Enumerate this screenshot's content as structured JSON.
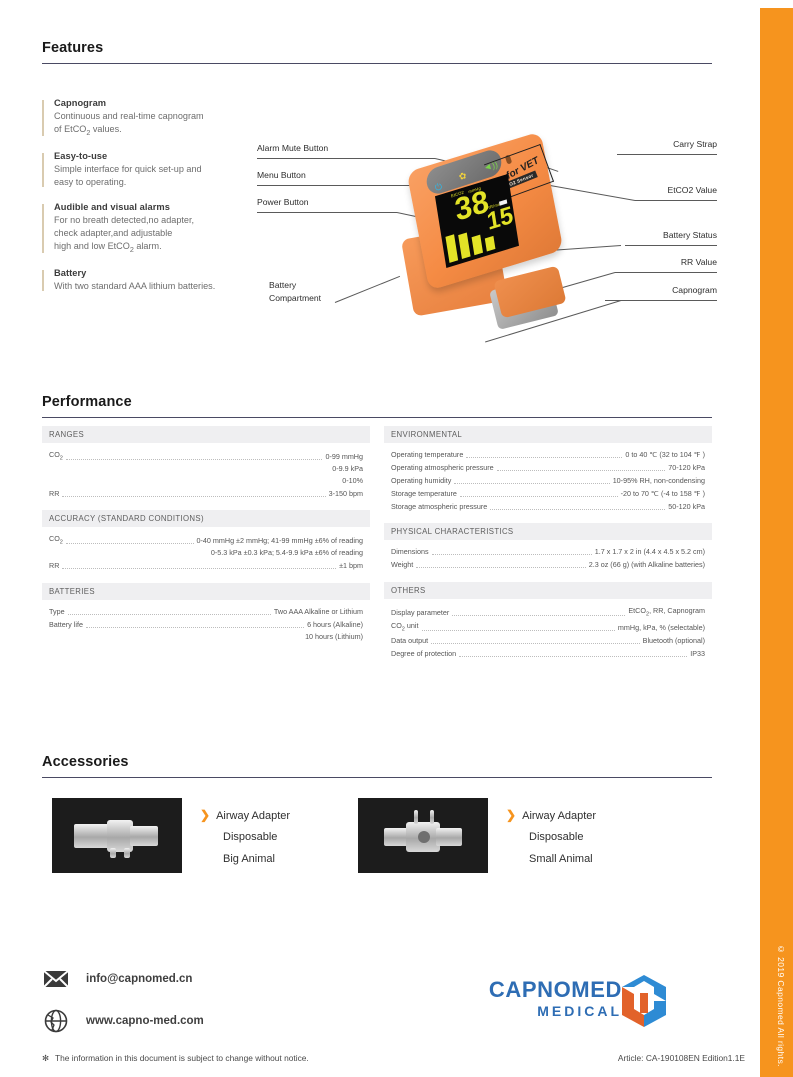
{
  "sidebar": {
    "copyright": "© 2019 Capnomed All rights.",
    "color": "#f6941e"
  },
  "features": {
    "title": "Features",
    "items": [
      {
        "heading": "Capnogram",
        "body": "Continuous and real-time capnogram of EtCO2 values."
      },
      {
        "heading": "Easy-to-use",
        "body": "Simple interface for quick set-up and easy to operating."
      },
      {
        "heading": "Audible and visual alarms",
        "body": "For no breath detected,no adapter, check adapter,and adjustable high and low EtCO2 alarm."
      },
      {
        "heading": "Battery",
        "body": "With two standard AAA lithium batteries."
      }
    ],
    "callouts": {
      "alarm_mute": "Alarm Mute Button",
      "menu": "Menu Button",
      "power": "Power Button",
      "battery_compartment_l1": "Battery",
      "battery_compartment_l2": "Compartment",
      "carry_strap": "Carry Strap",
      "etco2_value": "EtCO2 Value",
      "battery_status": "Battery Status",
      "rr_value": "RR Value",
      "capnogram": "Capnogram"
    },
    "device": {
      "etco2_reading": "38",
      "rr_reading": "15",
      "etco2_label": "EtCO2",
      "etco2_unit": "mmHg",
      "rr_unit": "RR/min",
      "badge_main": "for VET",
      "badge_sub": "EtCO2 Sensor",
      "body_color": "#f58b44",
      "screen_color": "#090909",
      "reading_color": "#e3e327"
    }
  },
  "performance": {
    "title": "Performance",
    "left_groups": [
      {
        "header": "RANGES",
        "rows": [
          {
            "key": "CO2",
            "key_sub": "2",
            "value": "0-99 mmHg",
            "cont": [
              "0-9.9 kPa",
              "0-10%"
            ]
          },
          {
            "key": "RR",
            "key_sub": "",
            "value": "3-150 bpm",
            "cont": []
          }
        ]
      },
      {
        "header": "ACCURACY (STANDARD CONDITIONS)",
        "rows": [
          {
            "key": "CO2",
            "key_sub": "2",
            "value": "0-40 mmHg ±2 mmHg; 41-99 mmHg ±6% of reading",
            "cont": [
              "0-5.3 kPa ±0.3 kPa; 5.4-9.9 kPa ±6% of reading"
            ]
          },
          {
            "key": "RR",
            "key_sub": "",
            "value": "±1 bpm",
            "cont": []
          }
        ]
      },
      {
        "header": "BATTERIES",
        "rows": [
          {
            "key": "Type",
            "key_sub": "",
            "value": "Two  AAA  Alkaline or Lithium",
            "cont": []
          },
          {
            "key": "Battery life",
            "key_sub": "",
            "value": "6 hours (Alkaline)",
            "cont": [
              "10 hours (Lithium)"
            ]
          }
        ]
      }
    ],
    "right_groups": [
      {
        "header": "ENVIRONMENTAL",
        "rows": [
          {
            "key": "Operating temperature",
            "key_sub": "",
            "value": "0 to 40 ℃ (32 to 104 ℉ )",
            "cont": []
          },
          {
            "key": "Operating atmospheric pressure",
            "key_sub": "",
            "value": "70-120 kPa",
            "cont": []
          },
          {
            "key": "Operating humidity",
            "key_sub": "",
            "value": "10-95% RH, non-condensing",
            "cont": []
          },
          {
            "key": "Storage temperature",
            "key_sub": "",
            "value": "-20 to 70 ℃ (-4 to 158 ℉ )",
            "cont": []
          },
          {
            "key": "Storage atmospheric pressure",
            "key_sub": "",
            "value": "50-120 kPa",
            "cont": []
          }
        ]
      },
      {
        "header": "PHYSICAL CHARACTERISTICS",
        "rows": [
          {
            "key": "Dimensions",
            "key_sub": "",
            "value": "1.7 x 1.7 x 2 in (4.4 x 4.5 x 5.2 cm)",
            "cont": []
          },
          {
            "key": "Weight",
            "key_sub": "",
            "value": "2.3 oz (66 g) (with Alkaline batteries)",
            "cont": []
          }
        ]
      },
      {
        "header": "OTHERS",
        "rows": [
          {
            "key": "Display parameter",
            "key_sub": "",
            "value": "EtCO2,  RR,  Capnogram",
            "cont": []
          },
          {
            "key": "CO2 unit",
            "key_sub": "2",
            "value": "mmHg,  kPa,  %  (selectable)",
            "cont": []
          },
          {
            "key": "Data output",
            "key_sub": "",
            "value": "Bluetooth (optional)",
            "cont": []
          },
          {
            "key": "Degree of protection",
            "key_sub": "",
            "value": "IP33",
            "cont": []
          }
        ]
      }
    ]
  },
  "accessories": {
    "title": "Accessories",
    "items": [
      {
        "line1": "Airway Adapter",
        "line2": "Disposable",
        "line3": "Big Animal"
      },
      {
        "line1": "Airway Adapter",
        "line2": "Disposable",
        "line3": "Small Animal"
      }
    ]
  },
  "footer": {
    "email": "info@capnomed.cn",
    "website": "www.capno-med.com",
    "logo_line1": "CAPNOMED",
    "logo_line2": "MEDICAL",
    "note_star": "✻",
    "note": "The information in this document is subject to change without notice.",
    "article": "Article: CA-190108EN Edition1.1E"
  }
}
